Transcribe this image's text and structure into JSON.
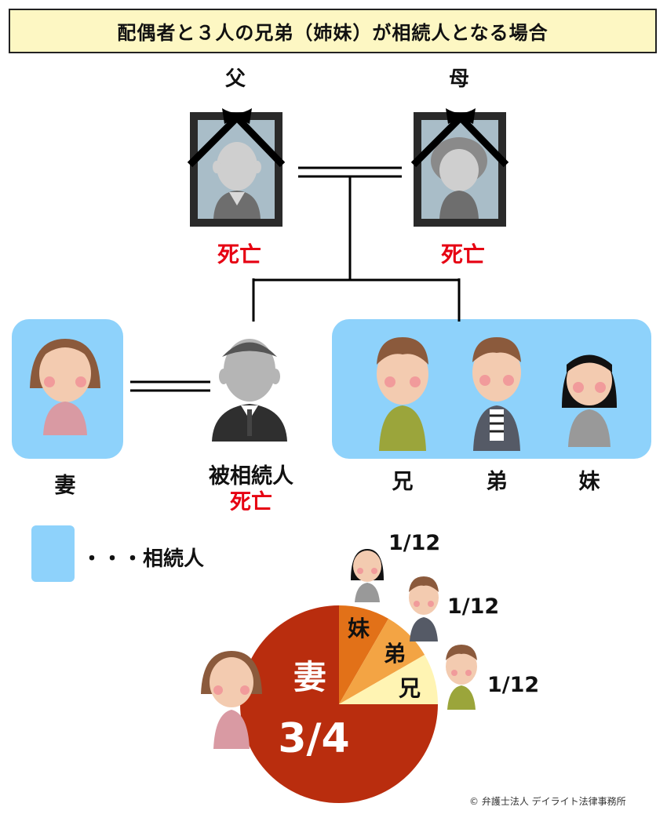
{
  "title": "配偶者と３人の兄弟（姉妹）が相続人となる場合",
  "father": {
    "label": "父",
    "status": "死亡"
  },
  "mother": {
    "label": "母",
    "status": "死亡"
  },
  "wife": {
    "label": "妻"
  },
  "deceased": {
    "label": "被相続人",
    "status": "死亡"
  },
  "siblings": [
    {
      "label": "兄"
    },
    {
      "label": "弟"
    },
    {
      "label": "妹"
    }
  ],
  "legend": {
    "text": "・・・相続人"
  },
  "chart_data": {
    "type": "pie",
    "slices": [
      {
        "label": "妻",
        "value": 0.75,
        "value_label": "3/4",
        "color": "#b92d0e"
      },
      {
        "label": "兄",
        "value": 0.08333,
        "value_label": "1/12",
        "color": "#e27118"
      },
      {
        "label": "弟",
        "value": 0.08333,
        "value_label": "1/12",
        "color": "#f3a444"
      },
      {
        "label": "妹",
        "value": 0.08333,
        "value_label": "1/12",
        "color": "#fff4b3"
      }
    ]
  },
  "copyright": "© 弁護士法人 デイライト法律事務所",
  "colors": {
    "heir": "#8ed2fb",
    "dead": "#e60012",
    "title_bg": "#fdf7c3"
  }
}
